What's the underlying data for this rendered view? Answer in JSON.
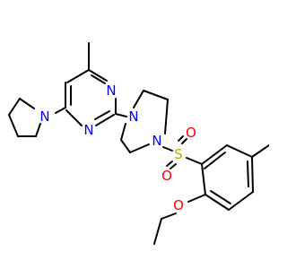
{
  "colors": {
    "bond": "#000000",
    "nitrogen": "#0000ff",
    "oxygen": "#ff0000",
    "sulfur": "#b2b200",
    "background": "#ffffff"
  },
  "atoms": {
    "n_pyrimidine_top": "N",
    "n_pyrimidine_bottom": "N",
    "n_pyrrolidine": "N",
    "n_piperazine_left": "N",
    "n_piperazine_right": "N",
    "s_sulfonyl": "S",
    "o_sulfonyl_top": "O",
    "o_sulfonyl_bottom": "O",
    "o_methoxy": "O"
  }
}
